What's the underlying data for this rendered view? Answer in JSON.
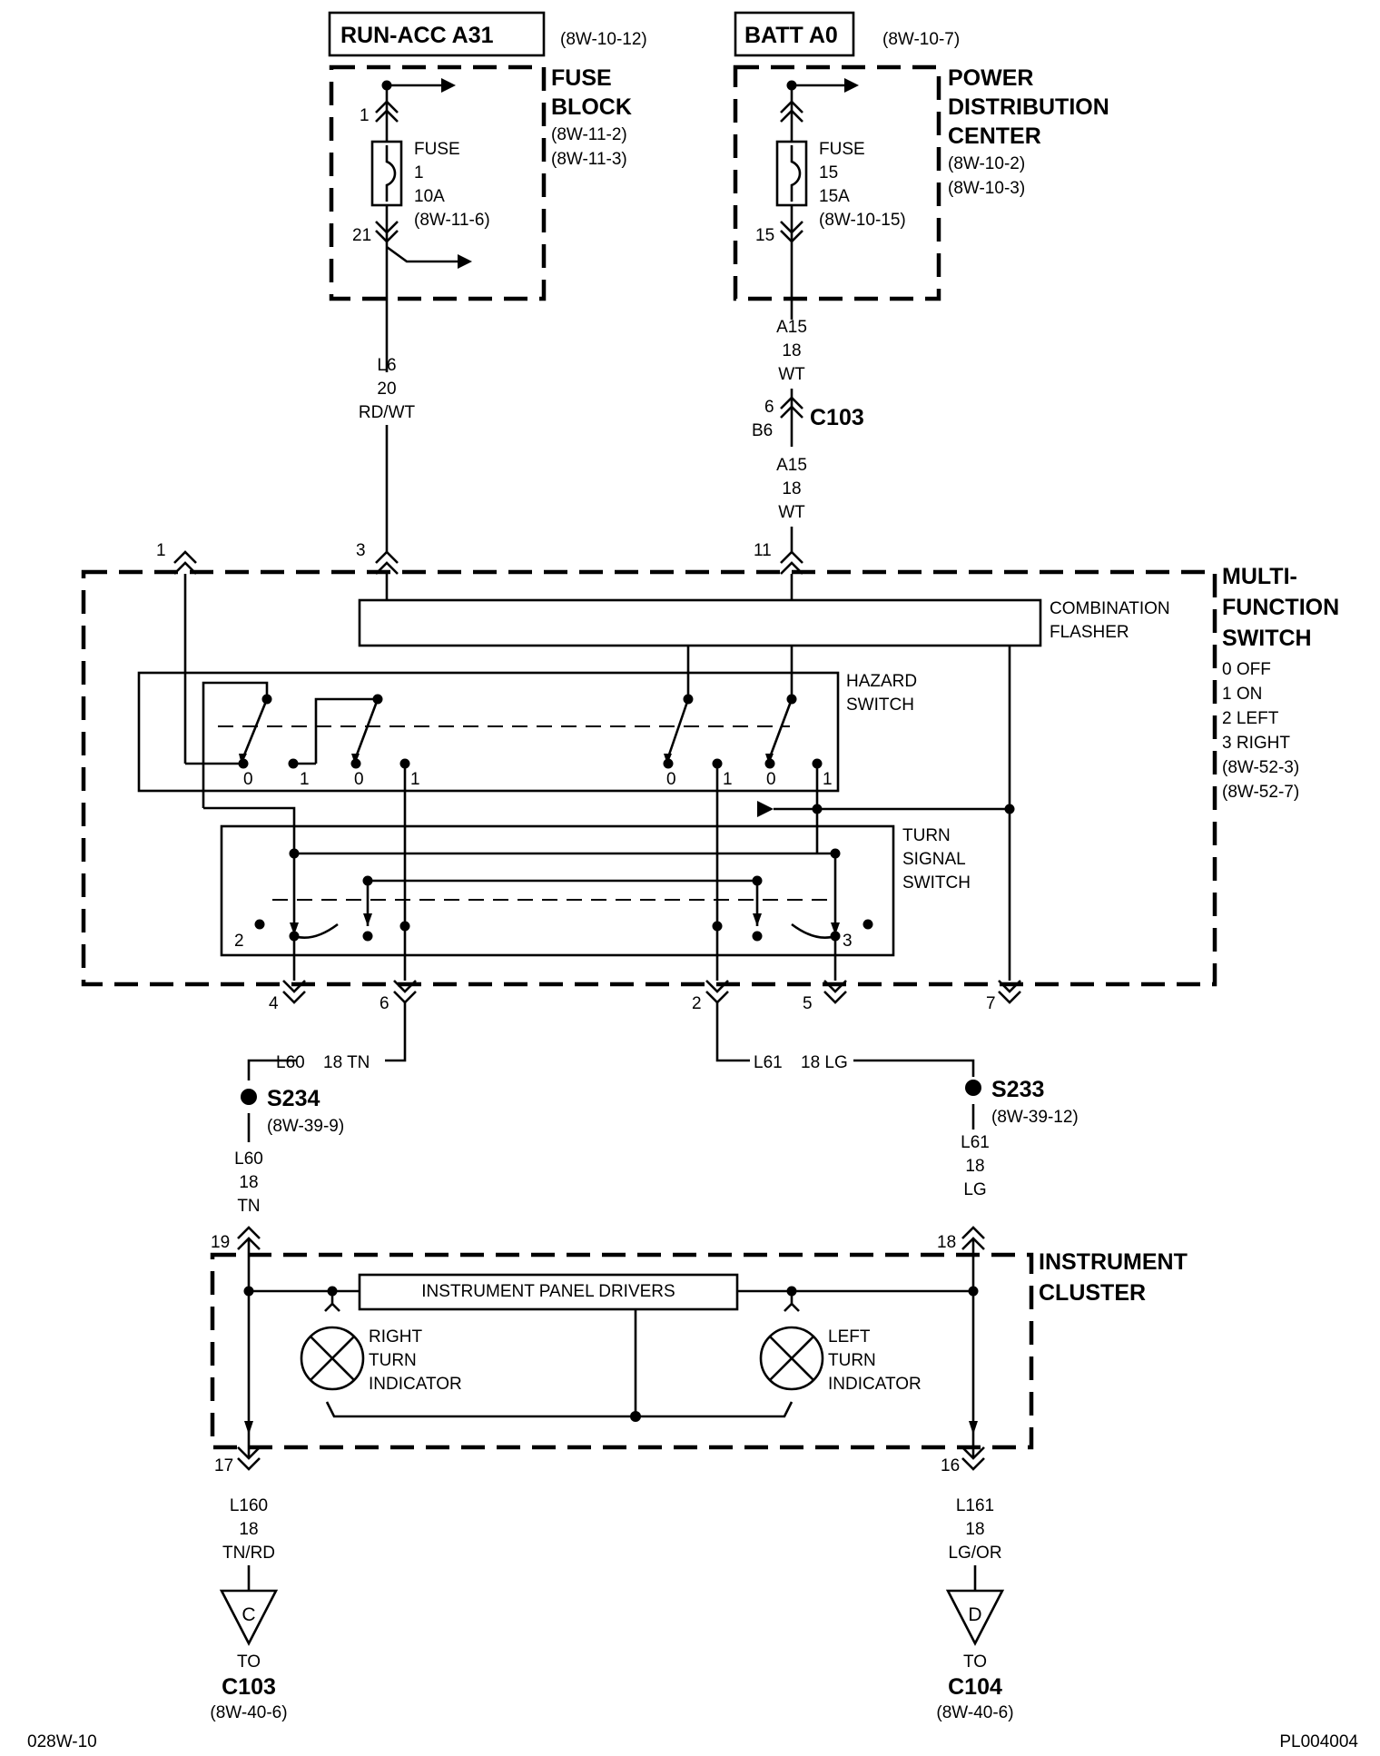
{
  "header": {
    "run_acc": "RUN-ACC A31",
    "run_acc_ref": "(8W-10-12)",
    "batt": "BATT A0",
    "batt_ref": "(8W-10-7)"
  },
  "fuse_block": {
    "title_1": "FUSE",
    "title_2": "BLOCK",
    "ref_1": "(8W-11-2)",
    "ref_2": "(8W-11-3)",
    "pin_in": "1",
    "pin_out": "21",
    "fuse_label": "FUSE",
    "fuse_num": "1",
    "fuse_rating": "10A",
    "fuse_ref": "(8W-11-6)"
  },
  "pdc": {
    "title_1": "POWER",
    "title_2": "DISTRIBUTION",
    "title_3": "CENTER",
    "ref_1": "(8W-10-2)",
    "ref_2": "(8W-10-3)",
    "pin_out": "15",
    "fuse_label": "FUSE",
    "fuse_num": "15",
    "fuse_rating": "15A",
    "fuse_ref": "(8W-10-15)"
  },
  "wires": {
    "l6_circuit": "L6",
    "l6_gauge": "20",
    "l6_color": "RD/WT",
    "a15_circuit": "A15",
    "a15_gauge": "18",
    "a15_color": "WT",
    "a15b_circuit": "A15",
    "a15b_gauge": "18",
    "a15b_color": "WT",
    "c103_pin_a": "6",
    "c103_pin_b": "B6",
    "c103_label": "C103",
    "l60_top": "L60",
    "l60_top_gauge": "18 TN",
    "l61_top": "L61",
    "l61_top_gauge": "18 LG",
    "l60_circuit": "L60",
    "l60_gauge": "18",
    "l60_color": "TN",
    "l61_circuit": "L61",
    "l61_gauge": "18",
    "l61_color": "LG",
    "l160_circuit": "L160",
    "l160_gauge": "18",
    "l160_color": "TN/RD",
    "l161_circuit": "L161",
    "l161_gauge": "18",
    "l161_color": "LG/OR"
  },
  "mfs": {
    "title_1": "MULTI-",
    "title_2": "FUNCTION",
    "title_3": "SWITCH",
    "pos_0": "0 OFF",
    "pos_1": "1 ON",
    "pos_2": "2 LEFT",
    "pos_3": "3 RIGHT",
    "ref_1": "(8W-52-3)",
    "ref_2": "(8W-52-7)",
    "flasher_1": "COMBINATION",
    "flasher_2": "FLASHER",
    "hazard_1": "HAZARD",
    "hazard_2": "SWITCH",
    "turn_1": "TURN",
    "turn_2": "SIGNAL",
    "turn_3": "SWITCH",
    "pin_top_1": "1",
    "pin_top_3": "3",
    "pin_top_11": "11",
    "pin_bot_4": "4",
    "pin_bot_6": "6",
    "pin_bot_2": "2",
    "pin_bot_5": "5",
    "pin_bot_7": "7",
    "hz_0a": "0",
    "hz_1a": "1",
    "hz_0b": "0",
    "hz_1b": "1",
    "hz_0c": "0",
    "hz_1c": "1",
    "hz_0d": "0",
    "hz_1d": "1",
    "ts_2": "2",
    "ts_3": "3"
  },
  "splices": {
    "s234": "S234",
    "s234_ref": "(8W-39-9)",
    "s233": "S233",
    "s233_ref": "(8W-39-12)"
  },
  "cluster": {
    "title_1": "INSTRUMENT",
    "title_2": "CLUSTER",
    "drivers": "INSTRUMENT PANEL DRIVERS",
    "right_1": "RIGHT",
    "right_2": "TURN",
    "right_3": "INDICATOR",
    "left_1": "LEFT",
    "left_2": "TURN",
    "left_3": "INDICATOR",
    "pin_19": "19",
    "pin_18": "18",
    "pin_17": "17",
    "pin_16": "16"
  },
  "outputs": {
    "c_letter": "C",
    "c_to": "TO",
    "c_conn": "C103",
    "c_ref": "(8W-40-6)",
    "d_letter": "D",
    "d_to": "TO",
    "d_conn": "C104",
    "d_ref": "(8W-40-6)"
  },
  "footer": {
    "left": "028W-10",
    "right": "PL004004"
  }
}
